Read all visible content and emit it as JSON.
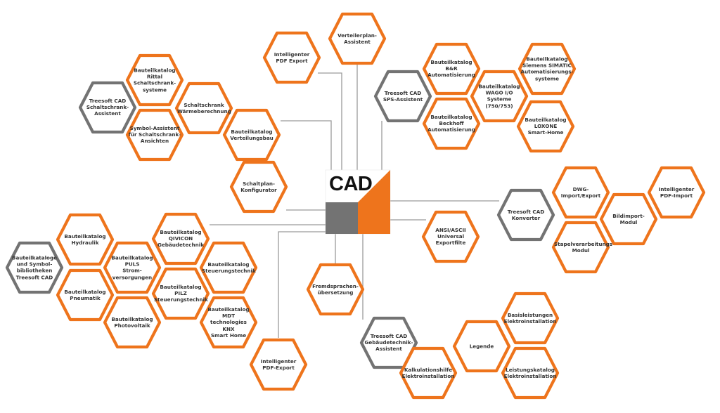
{
  "center": {
    "title": "CAD"
  },
  "colors": {
    "orange": "#ee741c",
    "grey": "#737373",
    "line": "#9a9a9a",
    "text": "#333333"
  },
  "nodes": [
    {
      "id": "schaltschrank-assistent",
      "label": "Treesoft CAD\nSchaltschrank-\nAssistent",
      "kind": "module"
    },
    {
      "id": "rittal",
      "label": "Bauteilkatalog\nRittal\nSchaltschrank-\nsysteme",
      "kind": "addon"
    },
    {
      "id": "waermeberechnung",
      "label": "Schaltschrank\nWärmeberechnung",
      "kind": "addon"
    },
    {
      "id": "symbol-assistent",
      "label": "Symbol-Assistent\nfür Schaltschrank-\nAnsichten",
      "kind": "addon"
    },
    {
      "id": "verteilungsbau",
      "label": "Bauteilkatalog\nVerteilungsbau",
      "kind": "addon"
    },
    {
      "id": "pdf-export-top",
      "label": "Intelligenter\nPDF Export",
      "kind": "addon"
    },
    {
      "id": "verteilerplan",
      "label": "Verteilerplan-\nAssistent",
      "kind": "addon"
    },
    {
      "id": "sps-assistent",
      "label": "Treesoft CAD\nSPS-Assistent",
      "kind": "module"
    },
    {
      "id": "br",
      "label": "Bauteilkatalog\nB&R\nAutomatisierung",
      "kind": "addon"
    },
    {
      "id": "beckhoff",
      "label": "Bauteilkatalog\nBeckhoff\nAutomatisierung",
      "kind": "addon"
    },
    {
      "id": "wago",
      "label": "Bauteilkatalog\nWAGO I/O\nSysteme\n(750/753)",
      "kind": "addon"
    },
    {
      "id": "siemens",
      "label": "Bauteilkatalog\nSiemens SIMATIC\nAutomatisierungs-\nsysteme",
      "kind": "addon"
    },
    {
      "id": "loxone",
      "label": "Bauteilkatalog\nLOXONE\nSmart-Home",
      "kind": "addon"
    },
    {
      "id": "schaltplan-konfigurator",
      "label": "Schaltplan-\nKonfigurator",
      "kind": "addon"
    },
    {
      "id": "konverter",
      "label": "Treesoft CAD\nKonverter",
      "kind": "module"
    },
    {
      "id": "dwg",
      "label": "DWG-\nImport/Export",
      "kind": "addon"
    },
    {
      "id": "stapelverarbeitung",
      "label": "Stapelverarbeitungs\nModul",
      "kind": "addon"
    },
    {
      "id": "bildimport",
      "label": "Bildimport-\nModul",
      "kind": "addon"
    },
    {
      "id": "pdf-import",
      "label": "Intelligenter\nPDF-Import",
      "kind": "addon"
    },
    {
      "id": "ansi-ascii",
      "label": "ANSI/ASCII\nUniversal\nExportfilte",
      "kind": "addon"
    },
    {
      "id": "bauteilkataloge",
      "label": "Bauteilkataloge\nund Symbol-\nbibliotheken\nTreesoft CAD",
      "kind": "module"
    },
    {
      "id": "hydraulik",
      "label": "Bauteilkatalog\nHydraulik",
      "kind": "addon"
    },
    {
      "id": "pneumatik",
      "label": "Bauteilkatalog\nPneumatik",
      "kind": "addon"
    },
    {
      "id": "puls",
      "label": "Bauteilkatalog\nPULS\nStrom-\nversorgungen",
      "kind": "addon"
    },
    {
      "id": "photovoltaik",
      "label": "Bauteilkatalog\nPhotovoltaik",
      "kind": "addon"
    },
    {
      "id": "qivicon",
      "label": "Bauteilkatalog\nQIVICON\nGebäudetechnik",
      "kind": "addon"
    },
    {
      "id": "pilz",
      "label": "Bauteilkatalog\nPILZ\nSteuerungstechnik",
      "kind": "addon"
    },
    {
      "id": "steuerungstechnik",
      "label": "Bauteilkatalog\nSteuerungstechnik",
      "kind": "addon"
    },
    {
      "id": "mdt",
      "label": "Bauteilkatalog\nMDT\ntechnologies\nKNX\nSmart Home",
      "kind": "addon"
    },
    {
      "id": "fremdsprachen",
      "label": "Fremdsprachen-\nübersetzung",
      "kind": "addon"
    },
    {
      "id": "pdf-export-bottom",
      "label": "Intelligenter\nPDF-Export",
      "kind": "addon"
    },
    {
      "id": "gebaeudetechnik-assistent",
      "label": "Treesoft CAD\nGebäudetechnik-\nAssistent",
      "kind": "module"
    },
    {
      "id": "kalkulationshilfe",
      "label": "Kalkulationshilfe\nElektroinstallation",
      "kind": "addon"
    },
    {
      "id": "legende",
      "label": "Legende",
      "kind": "addon"
    },
    {
      "id": "basisleistungen",
      "label": "Basisleistungen\nElektroinstallation",
      "kind": "addon"
    },
    {
      "id": "leistungskatalog",
      "label": "Leistungskatalog\nElektroinstallation",
      "kind": "addon"
    }
  ]
}
